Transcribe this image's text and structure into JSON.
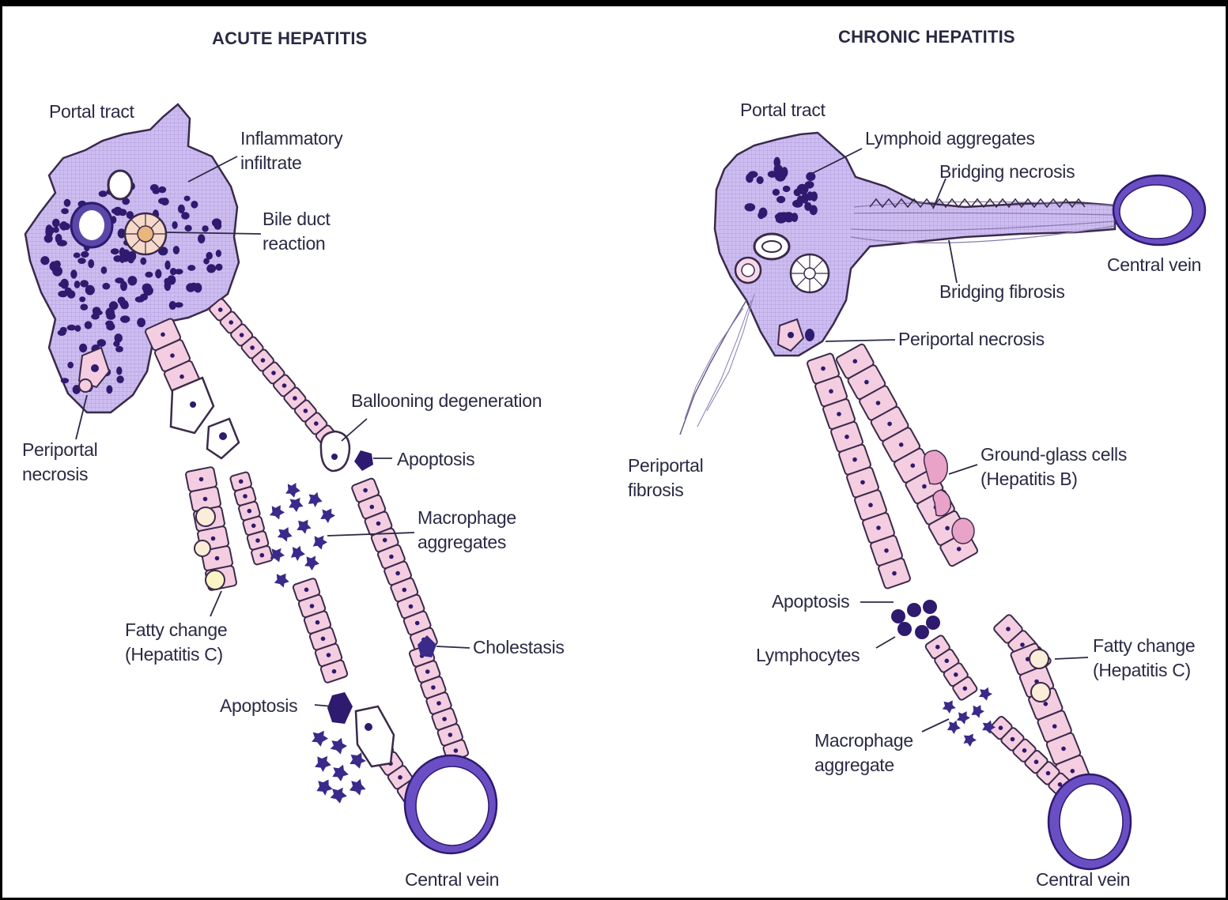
{
  "acute": {
    "title": "ACUTE HEPATITIS",
    "portal_tract": "Portal tract",
    "inflammatory_infiltrate": [
      "Inflammatory",
      "infiltrate"
    ],
    "bile_duct_reaction": [
      "Bile duct",
      "reaction"
    ],
    "periportal_necrosis": [
      "Periportal",
      "necrosis"
    ],
    "ballooning_degeneration": "Ballooning degeneration",
    "apoptosis_upper": "Apoptosis",
    "macrophage_aggregates": [
      "Macrophage",
      "aggregates"
    ],
    "fatty_change": [
      "Fatty change",
      "(Hepatitis C)"
    ],
    "cholestasis": "Cholestasis",
    "apoptosis_lower": "Apoptosis",
    "central_vein": "Central vein"
  },
  "chronic": {
    "title": "CHRONIC HEPATITIS",
    "portal_tract": "Portal tract",
    "lymphoid_aggregates": "Lymphoid aggregates",
    "bridging_necrosis": "Bridging necrosis",
    "central_vein_upper": "Central vein",
    "bridging_fibrosis": "Bridging fibrosis",
    "periportal_necrosis": "Periportal necrosis",
    "ground_glass_cells": [
      "Ground-glass cells",
      "(Hepatitis B)"
    ],
    "periportal_fibrosis": [
      "Periportal",
      "fibrosis"
    ],
    "apoptosis": "Apoptosis",
    "lymphocytes": "Lymphocytes",
    "fatty_change": [
      "Fatty change",
      "(Hepatitis C)"
    ],
    "macrophage_aggregate": [
      "Macrophage",
      "aggregate"
    ],
    "central_vein_lower": "Central vein"
  },
  "colors": {
    "portal_fill": "#c9b8ec",
    "nucleus": "#2e1a6e",
    "cell_pink": "#f4cde0",
    "cell_outline": "#3a2a4a",
    "vein_wall": "#6a4fc4",
    "label_text": "#2a2a44"
  }
}
